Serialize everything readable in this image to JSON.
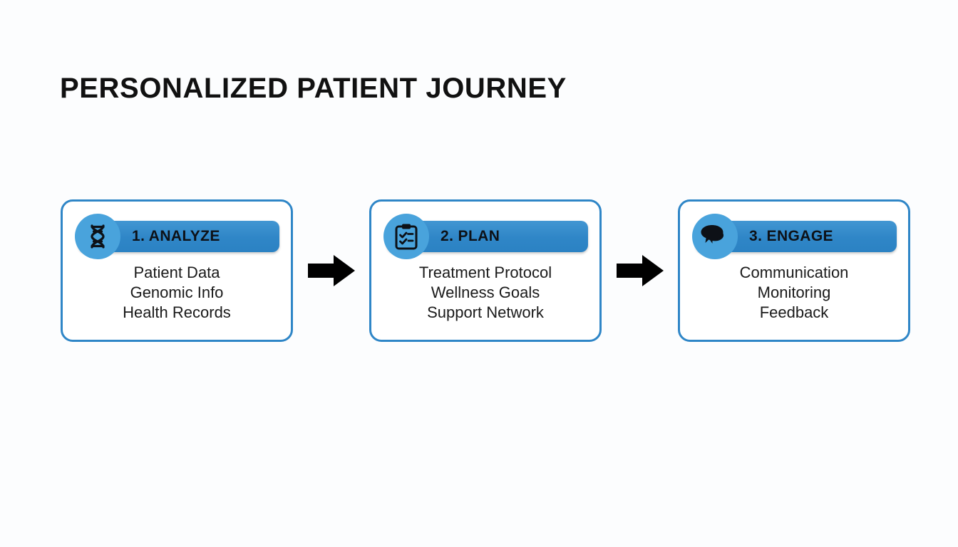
{
  "title": "PERSONALIZED PATIENT JOURNEY",
  "colors": {
    "background": "#fcfdfe",
    "card_border": "#2f86c7",
    "header_bar": "#2f86c7",
    "icon_badge": "#49a3dc",
    "icon_glyph": "#0d1117",
    "title_text": "#111111",
    "body_text": "#1a1a1a",
    "arrow": "#000000"
  },
  "diagram": {
    "type": "process-flow",
    "orientation": "horizontal",
    "step_count": 3,
    "connector": "arrow-right",
    "steps": [
      {
        "number": "1",
        "header": "1. ANALYZE",
        "icon": "dna-helix-icon",
        "items": [
          "Patient Data",
          "Genomic Info",
          "Health Records"
        ]
      },
      {
        "number": "2",
        "header": "2. PLAN",
        "icon": "clipboard-checklist-icon",
        "items": [
          "Treatment Protocol",
          "Wellness Goals",
          "Support Network"
        ]
      },
      {
        "number": "3",
        "header": "3. ENGAGE",
        "icon": "speech-bubbles-icon",
        "items": [
          "Communication",
          "Monitoring",
          "Feedback"
        ]
      }
    ],
    "arrows": [
      {
        "name": "arrow-step1-to-step2"
      },
      {
        "name": "arrow-step2-to-step3"
      }
    ]
  }
}
